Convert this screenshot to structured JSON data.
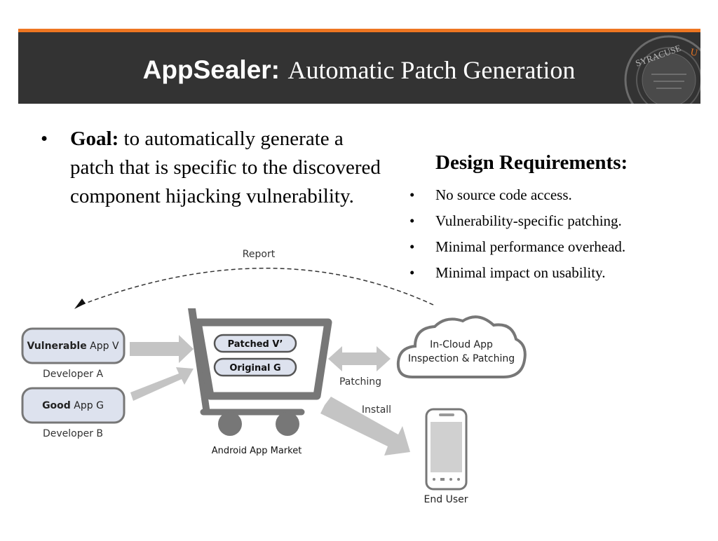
{
  "header": {
    "title_bold": "AppSealer:",
    "title_rest": "Automatic Patch Generation",
    "accent_color": "#ee7622",
    "bar_color": "#333333",
    "seal_icon": "syracuse-university-seal",
    "seal_text": "SYRACUSE UN"
  },
  "goal": {
    "label": "Goal:",
    "text": "to automatically generate a patch that is specific to the discovered component hijacking vulnerability."
  },
  "requirements": {
    "title": "Design Requirements:",
    "items": [
      "No source code access.",
      "Vulnerability-specific patching.",
      "Minimal performance overhead.",
      "Minimal impact on usability."
    ]
  },
  "diagram": {
    "report_label": "Report",
    "app_v_bold": "Vulnerable",
    "app_v_rest": " App V",
    "developer_a": "Developer A",
    "app_g_bold": "Good",
    "app_g_rest": " App G",
    "developer_b": "Developer B",
    "patched_label": "Patched V’",
    "original_label": "Original G",
    "market_label": "Android App Market",
    "patching_label": "Patching",
    "install_label": "Install",
    "cloud_line1": "In-Cloud App",
    "cloud_line2": "Inspection & Patching",
    "end_user_label": "End User"
  }
}
